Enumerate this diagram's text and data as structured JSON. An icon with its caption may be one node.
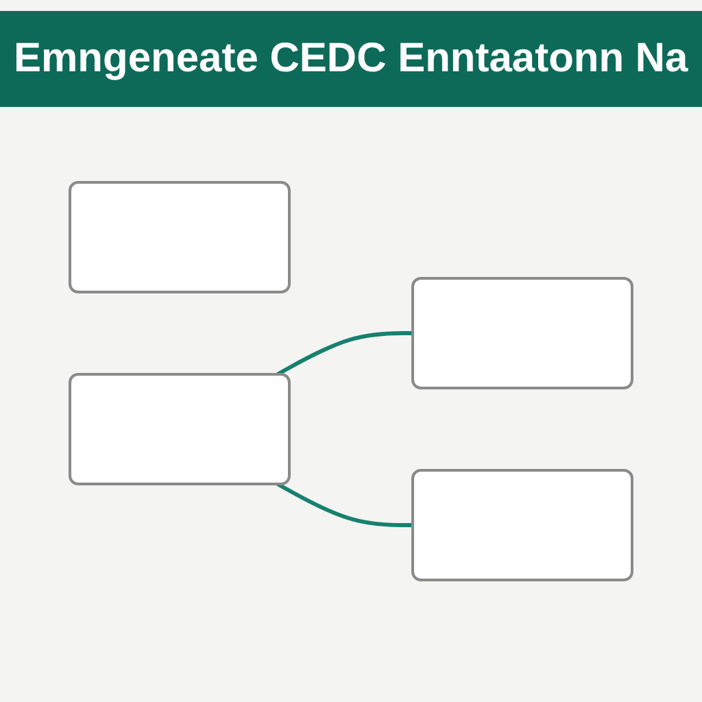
{
  "diagram": {
    "title": "Emngeneate CEDC Enntaatonn Na",
    "nodes": [
      {
        "text": [],
        "shape": "box"
      },
      {
        "text": [],
        "shape": "box"
      },
      {
        "text": [],
        "shape": "box"
      },
      {
        "text": [],
        "shape": "box"
      }
    ],
    "edges": [
      {
        "from": 3,
        "to": 1,
        "arrow": "none"
      },
      {
        "from": 3,
        "to": 2,
        "arrow": "none"
      }
    ]
  }
}
